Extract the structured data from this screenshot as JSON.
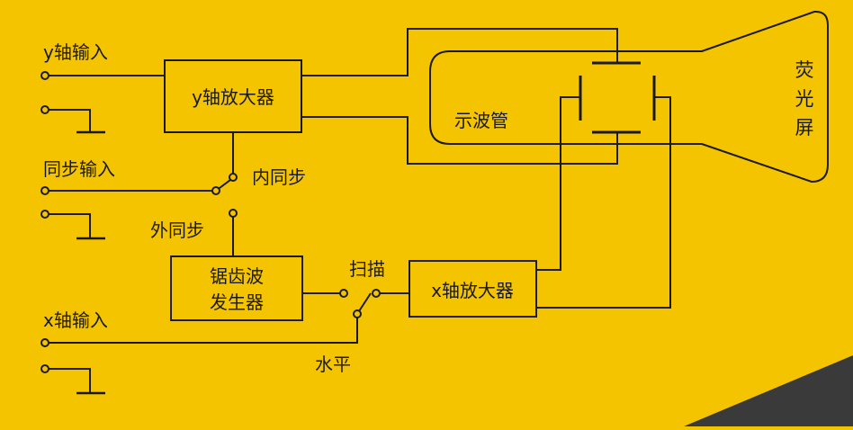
{
  "diagram": {
    "inputs": {
      "y_input": "y轴输入",
      "sync_input": "同步输入",
      "x_input": "x轴输入"
    },
    "blocks": {
      "y_amp": "y轴放大器",
      "sawtooth_line1": "锯齿波",
      "sawtooth_line2": "发生器",
      "x_amp": "x轴放大器"
    },
    "switch_labels": {
      "internal_sync": "内同步",
      "external_sync": "外同步",
      "scan": "扫描",
      "horizontal": "水平"
    },
    "tube": {
      "name": "示波管",
      "screen_1": "荧",
      "screen_2": "光",
      "screen_3": "屏"
    },
    "colors": {
      "background": "#F5C400",
      "line": "#1a1a1a",
      "corner": "#3a3a3a"
    }
  }
}
